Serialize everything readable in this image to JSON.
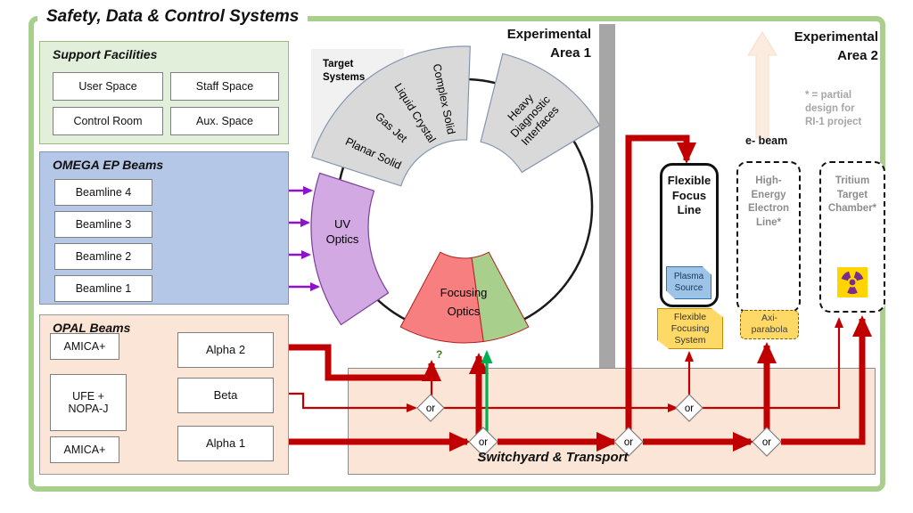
{
  "title": "Safety, Data & Control Systems",
  "support_facilities": {
    "title": "Support Facilities",
    "rooms": [
      "User Space",
      "Staff Space",
      "Control Room",
      "Aux. Space"
    ]
  },
  "omega_ep": {
    "title": "OMEGA EP Beams",
    "beamlines": [
      "Beamline 4",
      "Beamline 3",
      "Beamline 2",
      "Beamline 1"
    ]
  },
  "opal": {
    "title": "OPAL Beams",
    "amica_top": "AMICA+",
    "amica_bottom": "AMICA+",
    "ufe_lines": [
      "UFE +",
      "NOPA-J"
    ],
    "outputs": [
      "Alpha 2",
      "Beta",
      "Alpha 1"
    ]
  },
  "chamber": {
    "target_label": [
      "Target",
      "Systems"
    ],
    "wedge_labels": [
      "Planar Solid",
      "Gas Jet",
      "Liquid Crystal",
      "Complex Solid"
    ],
    "heavy_diag": [
      "Heavy",
      "Diagnostic",
      "Interfaces"
    ],
    "uv_optics": [
      "UV",
      "Optics"
    ],
    "focusing_optics": [
      "Focusing",
      "Optics"
    ]
  },
  "areas": {
    "area1": [
      "Experimental",
      "Area 1"
    ],
    "area2": [
      "Experimental",
      "Area 2"
    ]
  },
  "right_side": {
    "note_lines": [
      "* = partial",
      "design for",
      "RI-1 project"
    ],
    "e_beam": "e- beam",
    "flexible_focus_line": [
      "Flexible",
      "Focus",
      "Line"
    ],
    "plasma_source": [
      "Plasma",
      "Source"
    ],
    "flexible_focusing_system": [
      "Flexible",
      "Focusing",
      "System"
    ],
    "high_energy_electron_line": [
      "High-",
      "Energy",
      "Electron",
      "Line*"
    ],
    "axi_parabola": [
      "Axi-",
      "parabola"
    ],
    "tritium_chamber": [
      "Tritium",
      "Target",
      "Chamber*"
    ]
  },
  "switchyard": {
    "title": "Switchyard & Transport",
    "or_label": "or",
    "question_mark": "?"
  },
  "colors": {
    "frame_green": "#a9cf8d",
    "dark_red": "#c00000",
    "bright_green": "#00b050",
    "opal_green": "#70ad47",
    "purple_beam": "#9b1fd0",
    "support_fill": "#e2efda",
    "omega_fill": "#b4c7e7",
    "peach_fill": "#fbe5d6",
    "gray_wedge": "#d9d9d9",
    "uv_purple": "#d2a9e2",
    "focus_red": "#f87f7f",
    "focus_green": "#a9cf8d",
    "yellow_box": "#ffd966",
    "plasma_blue": "#9dc3e6",
    "radiation_yellow": "#ffd400",
    "radiation_purple": "#7b2d8e",
    "divider_gray": "#a6a6a6"
  }
}
